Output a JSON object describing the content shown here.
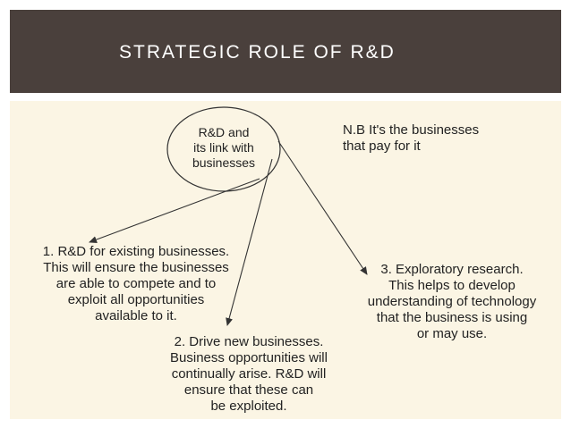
{
  "title": "STRATEGIC ROLE OF R&D",
  "hub": {
    "text": "R&D and\nits link with\nbusinesses"
  },
  "note": {
    "text": "N.B It's the businesses\nthat pay for it"
  },
  "branches": [
    {
      "text": "1. R&D for existing businesses.\nThis will ensure the businesses\nare able to compete and to\nexploit all opportunities\navailable to it."
    },
    {
      "text": "2. Drive new businesses.\nBusiness opportunities will\ncontinually arise. R&D will\nensure that these can\nbe exploited."
    },
    {
      "text": "3. Exploratory research.\nThis helps to develop\nunderstanding of technology\nthat the business is using\nor may use."
    }
  ],
  "colors": {
    "header": "#4a403c",
    "panel": "#fbf5e4",
    "text": "#222222",
    "line": "#333333"
  }
}
